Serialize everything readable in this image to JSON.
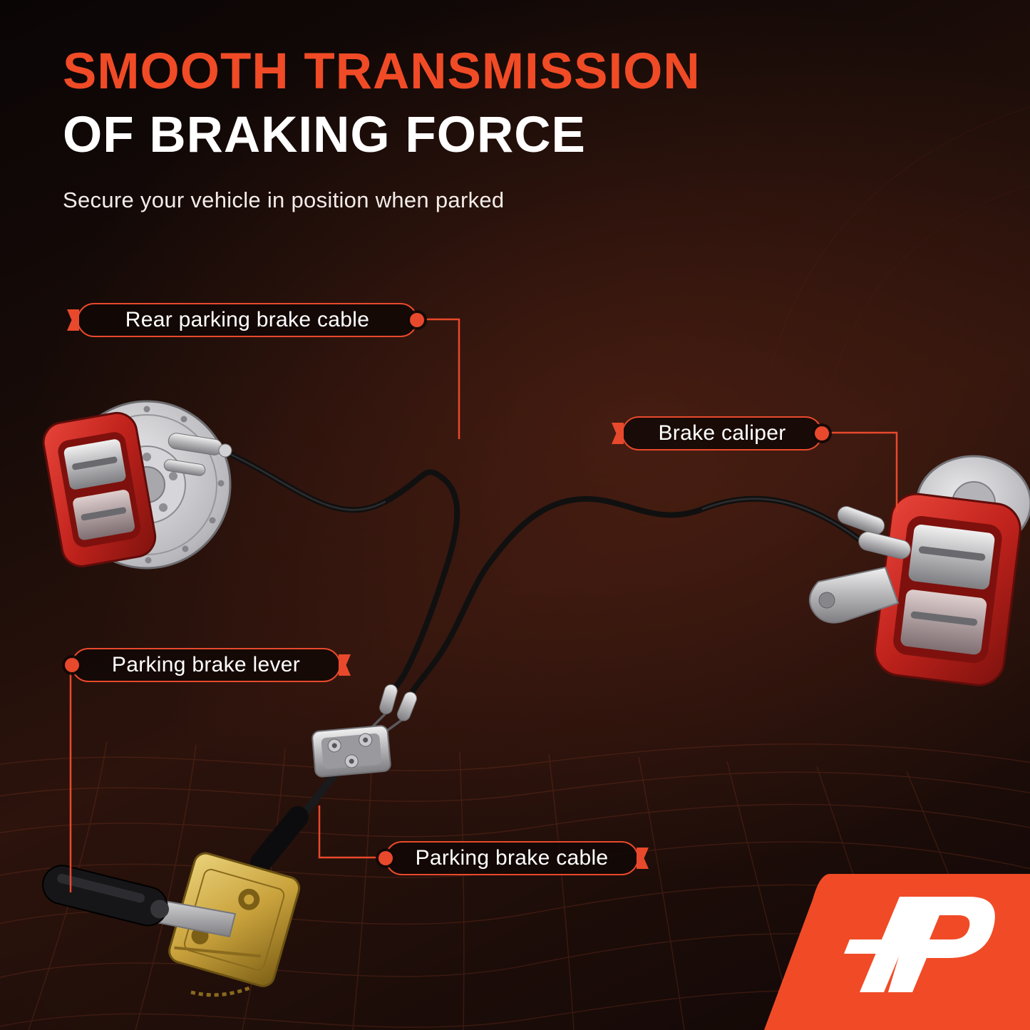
{
  "page": {
    "title_line1": "SMOOTH TRANSMISSION",
    "title_line2": "OF BRAKING FORCE",
    "subtitle": "Secure your vehicle in position when parked"
  },
  "callouts": {
    "rear": {
      "label": "Rear parking brake cable"
    },
    "caliper": {
      "label": "Brake caliper"
    },
    "lever": {
      "label": "Parking brake lever"
    },
    "cable": {
      "label": "Parking brake cable"
    }
  },
  "diagram_parts": {
    "rear_brake_assembly": "drilled brake rotor with red parking brake caliper",
    "brake_caliper": "red rear brake caliper with mounting bracket",
    "parking_brake_lever": "hand brake lever with gold ratchet base",
    "cable_equalizer": "cable equalizer bracket joining two rear cables"
  },
  "logo": {
    "monogram": "AP"
  },
  "colors": {
    "accent": "#E8492C",
    "title_orange": "#F04B26",
    "title_white": "#FFFFFF",
    "background_dark": "#170B08",
    "background_warm": "#2C130C",
    "pill_fill": "rgba(16,7,5,0.82)"
  }
}
